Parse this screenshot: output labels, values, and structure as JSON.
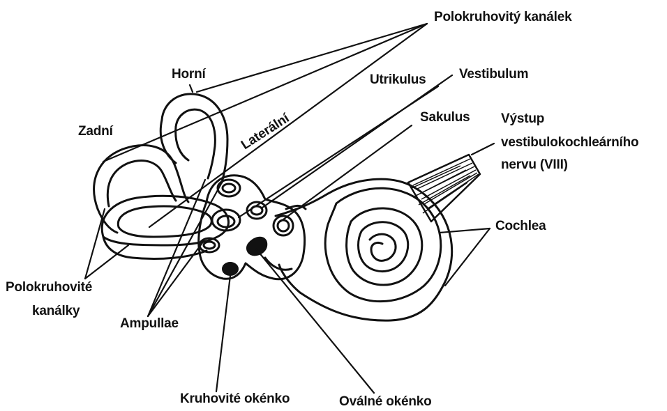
{
  "labels": {
    "polokruhovity_kanalek": "Polokruhovitý kanálek",
    "horni": "Horní",
    "zadni": "Zadní",
    "lateralni": "Laterální",
    "utrikulus": "Utrikulus",
    "vestibulum": "Vestibulum",
    "sakulus": "Sakulus",
    "vystup_line1": "Výstup",
    "vystup_line2": "vestibulokochleárního",
    "vystup_line3": "nervu (VIII)",
    "cochlea": "Cochlea",
    "polokruhovite_line1": "Polokruhovité",
    "polokruhovite_line2": "kanálky",
    "ampullae": "Ampullae",
    "kruhovite_okenko": "Kruhovité okénko",
    "ovalne_okenko": "Oválné okénko"
  },
  "colors": {
    "ink": "#111111",
    "background": "#ffffff"
  }
}
